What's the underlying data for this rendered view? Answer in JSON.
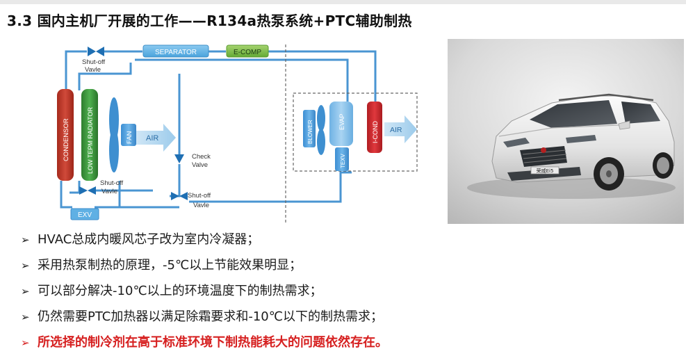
{
  "title": "3.3 国内主机厂开展的工作——R134a热泵系统+PTC辅助制热",
  "diagram": {
    "separator": "SEPARATOR",
    "ecomp": "E-COMP",
    "shutoff_top": [
      "Shut-off",
      "Vavle"
    ],
    "condensor": "CONDENSOR",
    "low_temp_radiator": "LOW TEPM RADIATOR",
    "fan": "FAN",
    "air_left": "AIR",
    "check_valve": [
      "Check",
      "Valve"
    ],
    "shutoff_mid": [
      "Shut-off",
      "Vavle"
    ],
    "shutoff_bottom": [
      "Shut-off",
      "Vavle"
    ],
    "exv": "EXV",
    "blower": "BLOWER",
    "evap": "EVAP",
    "txv": "TEXV",
    "icond": "I-COND",
    "air_right": "AIR"
  },
  "photo": {
    "plate": "荣威Ei5"
  },
  "bullets": [
    {
      "marker": "➢",
      "text": "HVAC总成内暖风芯子改为室内冷凝器；",
      "color": "#1b1b1b"
    },
    {
      "marker": "➢",
      "text": "采用热泵制热的原理，-5℃以上节能效果明显；",
      "color": "#1b1b1b"
    },
    {
      "marker": "➢",
      "text": "可以部分解决-10℃以上的环境温度下的制热需求；",
      "color": "#1b1b1b"
    },
    {
      "marker": "➢",
      "text": "仍然需要PTC加热器以满足除霜要求和-10℃以下的制热需求；",
      "color": "#1b1b1b"
    },
    {
      "marker": "➢",
      "text": "所选择的制冷剂在高于标准环境下制热能耗大的问题依然存在。",
      "color": "#d62020"
    }
  ],
  "colors": {
    "pipe": "#3f8fd0",
    "condensor": "#c0392b",
    "radiator": "#3a9a3a",
    "separator": "#5fb4e4",
    "ecomp": "#7cbf4a",
    "icond": "#d4262b",
    "component_blue": "#4d9ddb",
    "alert_text": "#d62020"
  }
}
